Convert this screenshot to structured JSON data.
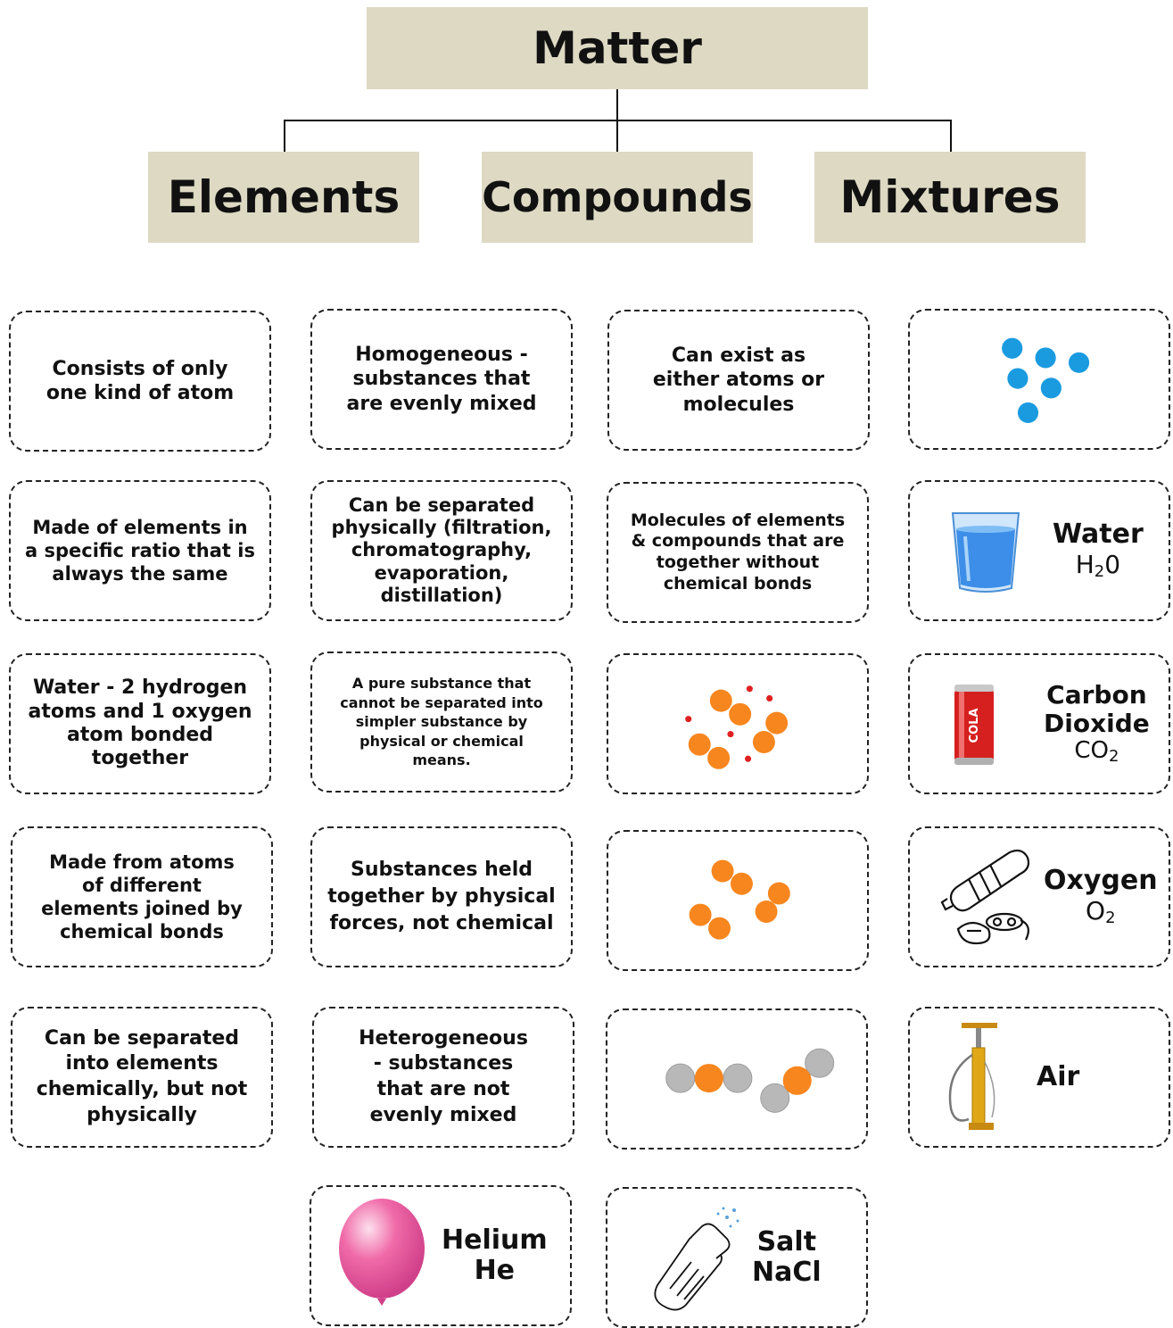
{
  "root": {
    "label": "Matter"
  },
  "categories": [
    {
      "label": "Elements"
    },
    {
      "label": "Compounds"
    },
    {
      "label": "Mixtures"
    }
  ],
  "text_cards": {
    "r1c1": "Consists of only one kind of atom",
    "r1c2": "Homogeneous - substances that are evenly mixed",
    "r1c3": "Can exist as either atoms or molecules",
    "r2c1": "Made of elements in a specific ratio that is always the same",
    "r2c2": "Can be separated physically (filtration, chromatography, evaporation, distillation)",
    "r2c3": "Molecules of elements & compounds that are together without chemical bonds",
    "r3c1": "Water - 2 hydrogen atoms and 1 oxygen atom bonded together",
    "r3c2": "A pure substance that cannot be separated into simpler substance by physical or chemical means.",
    "r4c1": "Made from atoms of different elements joined by chemical bonds",
    "r4c2": "Substances held together by physical forces, not chemical",
    "r5c1": "Can be separated into elements chemically, but not physically",
    "r5c2": "Heterogeneous - substances that are not evenly mixed"
  },
  "picture_cards": {
    "water": {
      "name": "Water",
      "formula": "H",
      "formula_sub": "2",
      "formula_tail": "0",
      "icon": "glass-of-water-icon"
    },
    "carbon_dioxide": {
      "name_line1": "Carbon",
      "name_line2": "Dioxide",
      "formula": "CO",
      "formula_sub": "2",
      "icon": "cola-can-icon",
      "can_text": "COLA"
    },
    "oxygen": {
      "name": "Oxygen",
      "formula": "O",
      "formula_sub": "2",
      "icon": "scuba-tank-icon"
    },
    "air": {
      "name": "Air",
      "icon": "bicycle-pump-icon"
    },
    "helium": {
      "name": "Helium",
      "formula": "He",
      "icon": "balloon-icon"
    },
    "salt": {
      "name": "Salt",
      "formula": "NaCl",
      "icon": "salt-shaker-icon"
    }
  },
  "colors": {
    "header_fill": "#ddd9c3",
    "atom_blue": "#1a9be0",
    "atom_orange": "#f7861e",
    "atom_red": "#e02020",
    "atom_gray": "#b8b8b8",
    "balloon_pink": "#f06aa8"
  }
}
